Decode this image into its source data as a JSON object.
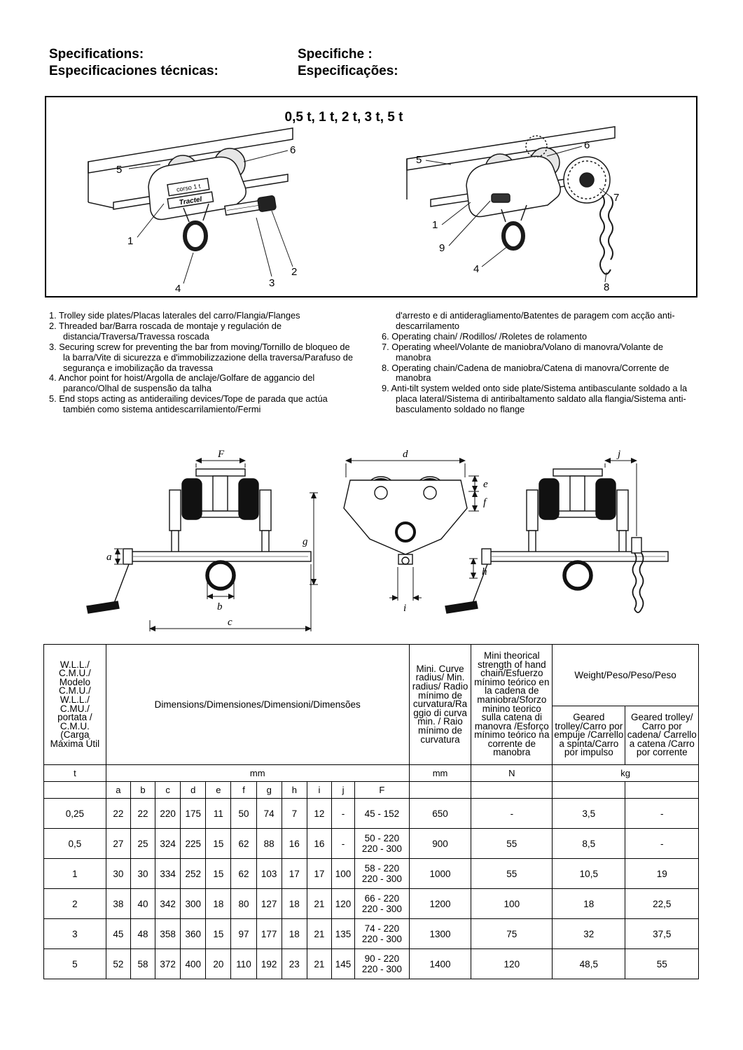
{
  "page": {
    "titles": {
      "en": "Specifications:",
      "es": "Especificaciones técnicas:",
      "it": "Specifiche :",
      "pt": "Especificações:"
    }
  },
  "diagram": {
    "title": "0,5 t, 1 t, 2 t, 3 t, 5 t",
    "plate_line1": "corso 1 t",
    "plate_line2": "Tractel",
    "callouts_left": {
      "c6": "6",
      "c5": "5",
      "c1": "1",
      "c4": "4",
      "c3": "3",
      "c2": "2"
    },
    "callouts_right": {
      "c6": "6",
      "c5": "5",
      "c7": "7",
      "c1": "1",
      "c9": "9",
      "c4": "4",
      "c8": "8"
    }
  },
  "legend": {
    "left": [
      "1. Trolley side plates/Placas laterales del carro/Flangia/Flanges",
      "2. Threaded bar/Barra roscada de montaje y regulación de distancia/Traversa/Travessa roscada",
      "3. Securing screw for preventing the bar from moving/Tornillo de bloqueo de la barra/Vite di sicurezza e d'immobilizzazione della traversa/Parafuso de segurança e imobilização da travessa",
      "4. Anchor point for hoist/Argolla de anclaje/Golfare de aggancio del paranco/Olhal de suspensão da talha",
      "5. End stops acting as antiderailing devices/Tope de parada que actúa también como sistema antidescarrilamiento/Fermi"
    ],
    "right_cont": "d'arresto e di antideragliamento/Batentes de paragem com acção anti-descarrilamento",
    "right": [
      "6. Operating chain/ /Rodillos/ /Roletes de rolamento",
      "7. Operating wheel/Volante de maniobra/Volano di manovra/Volante de manobra",
      "8. Operating chain/Cadena de maniobra/Catena di manovra/Corrente de manobra",
      "9. Anti-tilt system welded onto side plate/Sistema antibasculante soldado a la placa lateral/Sistema di antiribaltamento saldato alla flangia/Sistema anti-basculamento soldado no flange"
    ]
  },
  "dims": {
    "F": "F",
    "a": "a",
    "b": "b",
    "c": "c",
    "d": "d",
    "e": "e",
    "f": "f",
    "g": "g",
    "h": "h",
    "i": "i",
    "j": "j"
  },
  "table": {
    "header": {
      "wll": "W.L.L./ C.M.U./ Modelo C.M.U./ W.L.L./ C.MU./ portata / C.M.U. (Carga Máxima Útil",
      "dims": "Dimensions/Dimensiones/Dimensioni/Dimensões",
      "radius": "Mini. Curve radius/ Min. radius/ Radio mínimo de curvatura/Ra ggio di curva min. / Raio mínimo de curvatura",
      "chain": "Mini theorical strength of hand chain/Esfuerzo mínimo teórico en la cadena de maniobra/Sforzo minino teorico sulla catena di manovra /Esforço mínimo teórico na corrente de manobra",
      "weight": "Weight/Peso/Peso/Peso",
      "weight_push": "Geared trolley/Carro por empuje /Carrello a spinta/Carro por impulso",
      "weight_chain": "Geared trolley/ Carro por cadena/ Carrello a catena /Carro por corrente"
    },
    "units": {
      "t": "t",
      "mm_dims": "mm",
      "mm_radius": "mm",
      "n": "N",
      "kg": "kg"
    },
    "letters": [
      "a",
      "b",
      "c",
      "d",
      "e",
      "f",
      "g",
      "h",
      "i",
      "j",
      "F"
    ],
    "rows": [
      {
        "wll": "0,25",
        "a": "22",
        "b": "22",
        "c": "220",
        "d": "175",
        "e": "11",
        "f": "50",
        "g": "74",
        "h": "7",
        "i": "12",
        "j": "-",
        "F": "45 - 152",
        "radius": "650",
        "chain": "-",
        "push": "3,5",
        "geared": "-"
      },
      {
        "wll": "0,5",
        "a": "27",
        "b": "25",
        "c": "324",
        "d": "225",
        "e": "15",
        "f": "62",
        "g": "88",
        "h": "16",
        "i": "16",
        "j": "-",
        "F": "50 - 220\n220 - 300",
        "radius": "900",
        "chain": "55",
        "push": "8,5",
        "geared": "-"
      },
      {
        "wll": "1",
        "a": "30",
        "b": "30",
        "c": "334",
        "d": "252",
        "e": "15",
        "f": "62",
        "g": "103",
        "h": "17",
        "i": "17",
        "j": "100",
        "F": "58 - 220\n220 - 300",
        "radius": "1000",
        "chain": "55",
        "push": "10,5",
        "geared": "19"
      },
      {
        "wll": "2",
        "a": "38",
        "b": "40",
        "c": "342",
        "d": "300",
        "e": "18",
        "f": "80",
        "g": "127",
        "h": "18",
        "i": "21",
        "j": "120",
        "F": "66 - 220\n220 - 300",
        "radius": "1200",
        "chain": "100",
        "push": "18",
        "geared": "22,5"
      },
      {
        "wll": "3",
        "a": "45",
        "b": "48",
        "c": "358",
        "d": "360",
        "e": "15",
        "f": "97",
        "g": "177",
        "h": "18",
        "i": "21",
        "j": "135",
        "F": "74 - 220\n220 - 300",
        "radius": "1300",
        "chain": "75",
        "push": "32",
        "geared": "37,5"
      },
      {
        "wll": "5",
        "a": "52",
        "b": "58",
        "c": "372",
        "d": "400",
        "e": "20",
        "f": "110",
        "g": "192",
        "h": "23",
        "i": "21",
        "j": "145",
        "F": "90 - 220\n220 - 300",
        "radius": "1400",
        "chain": "120",
        "push": "48,5",
        "geared": "55"
      }
    ]
  }
}
